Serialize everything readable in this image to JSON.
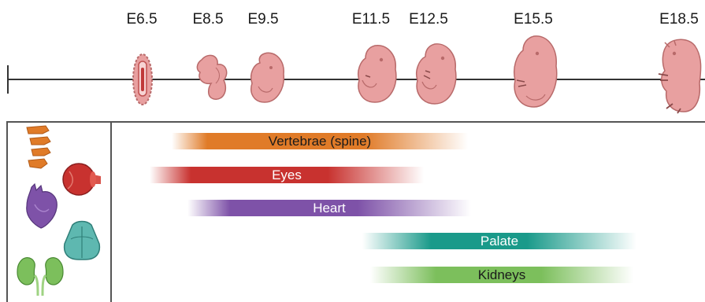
{
  "stages": [
    {
      "label": "E6.5"
    },
    {
      "label": "E8.5"
    },
    {
      "label": "E9.5"
    },
    {
      "label": "E11.5"
    },
    {
      "label": "E12.5"
    },
    {
      "label": "E15.5"
    },
    {
      "label": "E18.5"
    }
  ],
  "organs": {
    "vertebrae": {
      "label": "Vertebrae (spine)",
      "color": "#e07b28",
      "icon": "vertebrae-icon"
    },
    "eyes": {
      "label": "Eyes",
      "color": "#c8322f",
      "icon": "eye-icon"
    },
    "heart": {
      "label": "Heart",
      "color": "#7e52a8",
      "icon": "heart-icon"
    },
    "palate": {
      "label": "Palate",
      "color": "#1a9a8a",
      "icon": "palate-icon"
    },
    "kidneys": {
      "label": "Kidneys",
      "color": "#7cbf5c",
      "icon": "kidneys-icon"
    }
  },
  "colors": {
    "embryo": "#e8a0a0",
    "embryo_outline": "#b86a6a"
  }
}
